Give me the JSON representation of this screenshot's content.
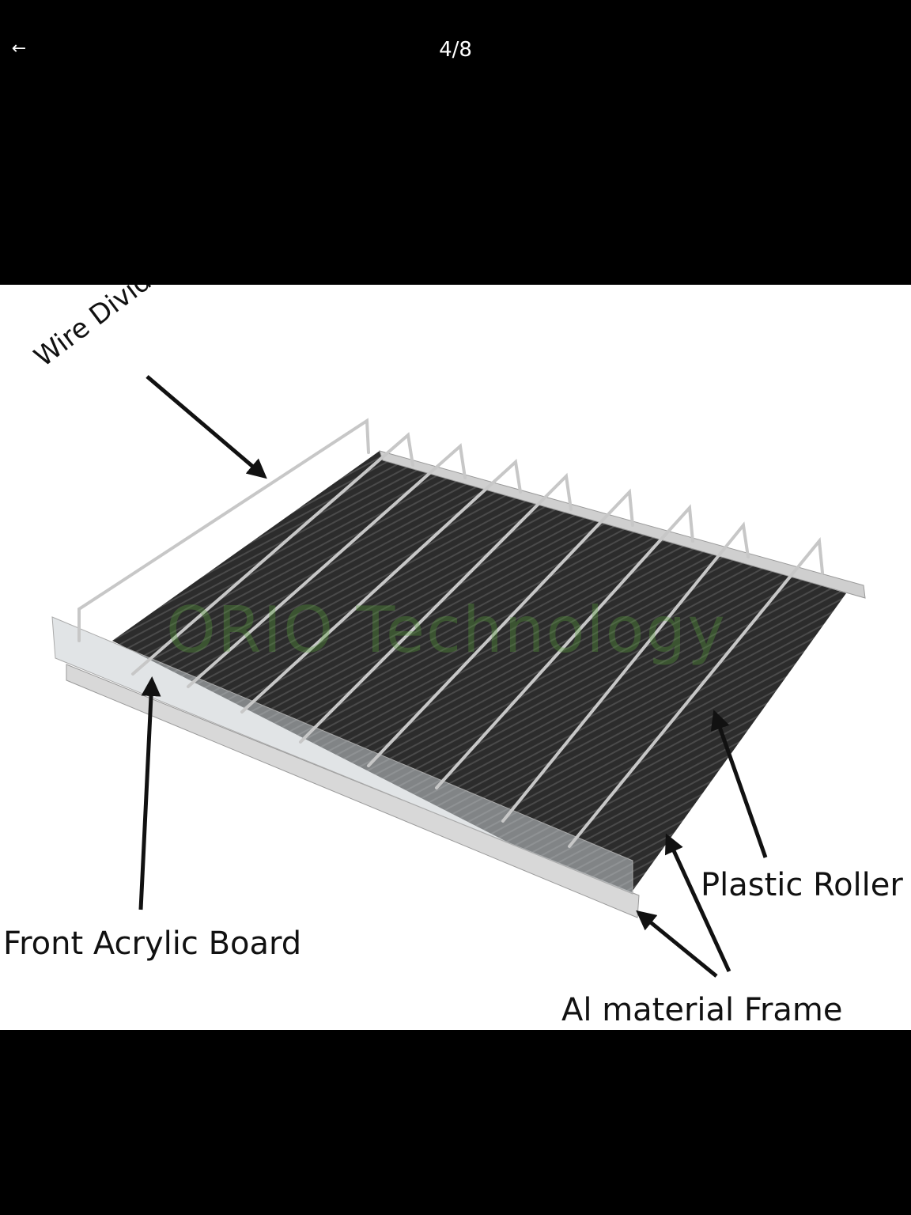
{
  "header": {
    "back_icon": "arrow-left-icon",
    "back_glyph": "←",
    "counter": "4/8"
  },
  "image": {
    "watermark": "ORIO  Technology",
    "labels": {
      "wire_divider": "Wire Divider",
      "front_acrylic_board": "Front Acrylic Board",
      "plastic_roller": "Plastic Roller",
      "al_material_frame": "Al material Frame"
    }
  }
}
